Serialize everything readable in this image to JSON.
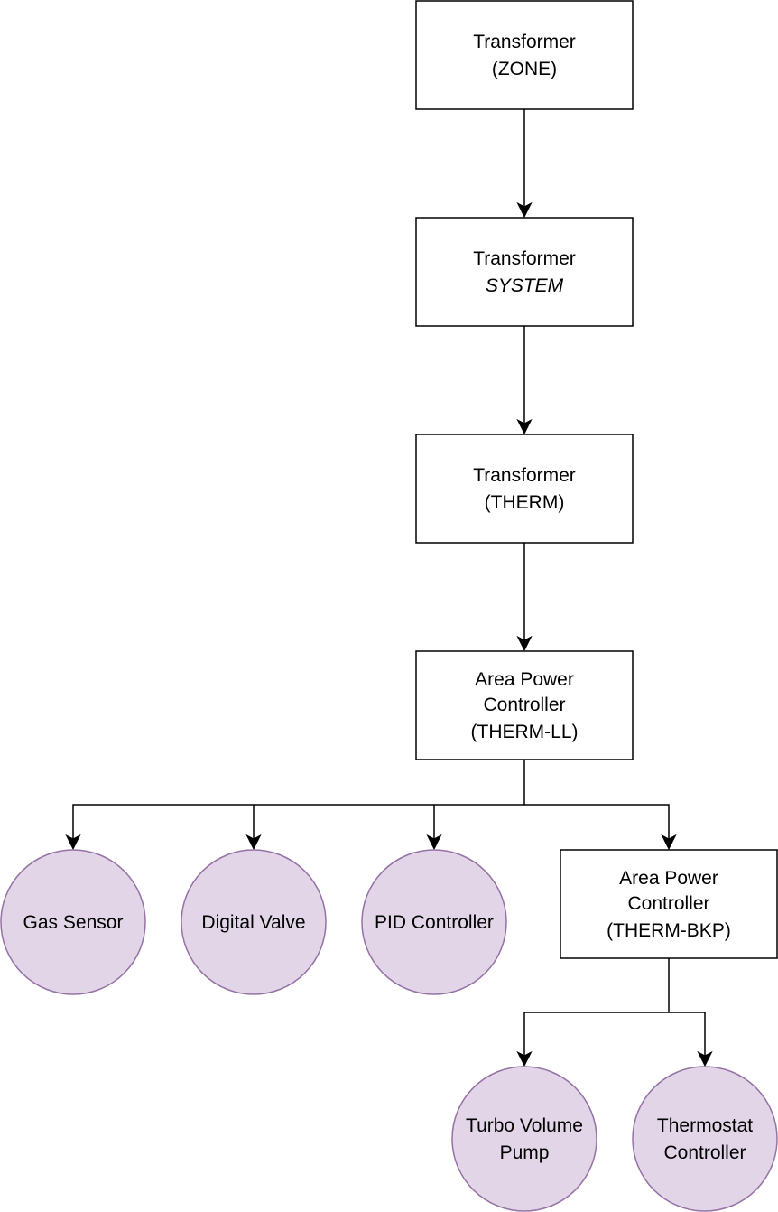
{
  "nodes": {
    "transformer_zone": {
      "line1": "Transformer",
      "line2": "(ZONE)"
    },
    "transformer_system": {
      "line1": "Transformer",
      "line2": "SYSTEM"
    },
    "transformer_therm": {
      "line1": "Transformer",
      "line2": "(THERM)"
    },
    "apc_therm_ll": {
      "line1": "Area Power",
      "line2": "Controller",
      "line3": "(THERM-LL)"
    },
    "gas_sensor": {
      "line1": "Gas Sensor"
    },
    "digital_valve": {
      "line1": "Digital Valve"
    },
    "pid_controller": {
      "line1": "PID Controller"
    },
    "apc_therm_bkp": {
      "line1": "Area Power",
      "line2": "Controller",
      "line3": "(THERM-BKP)"
    },
    "turbo_volume_pump": {
      "line1": "Turbo Volume",
      "line2": "Pump"
    },
    "thermostat_controller": {
      "line1": "Thermostat",
      "line2": "Controller"
    }
  },
  "edges": [
    {
      "from": "transformer_zone",
      "to": "transformer_system"
    },
    {
      "from": "transformer_system",
      "to": "transformer_therm"
    },
    {
      "from": "transformer_therm",
      "to": "apc_therm_ll"
    },
    {
      "from": "apc_therm_ll",
      "to": "gas_sensor"
    },
    {
      "from": "apc_therm_ll",
      "to": "digital_valve"
    },
    {
      "from": "apc_therm_ll",
      "to": "pid_controller"
    },
    {
      "from": "apc_therm_ll",
      "to": "apc_therm_bkp"
    },
    {
      "from": "apc_therm_bkp",
      "to": "turbo_volume_pump"
    },
    {
      "from": "apc_therm_bkp",
      "to": "thermostat_controller"
    }
  ],
  "colors": {
    "box_fill": "#ffffff",
    "box_stroke": "#000000",
    "circle_fill": "#e1d5e7",
    "circle_stroke": "#9673a6",
    "edge": "#000000"
  }
}
